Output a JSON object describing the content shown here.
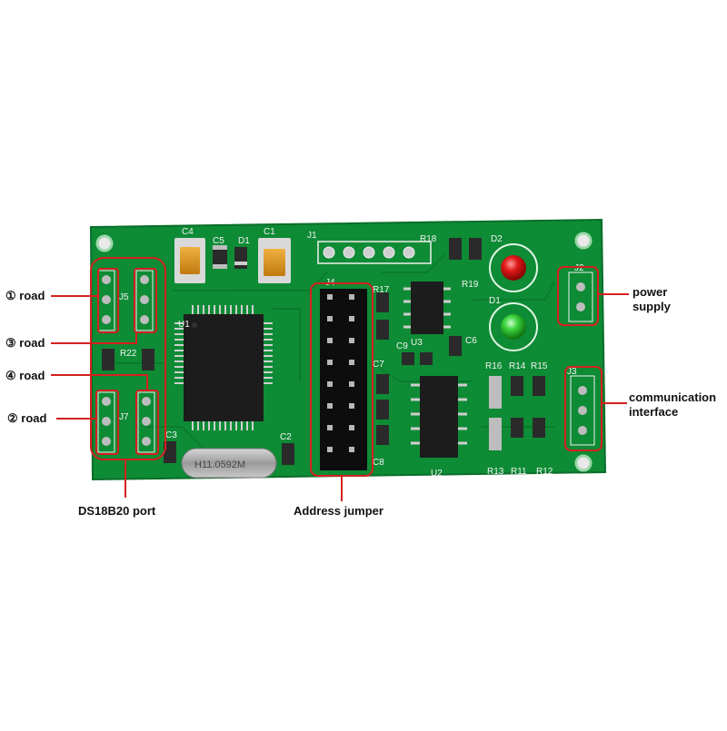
{
  "annotations": {
    "road1": "① road",
    "road3": "③ road",
    "road4": "④ road",
    "road2": "② road",
    "power_supply": [
      "power",
      "supply"
    ],
    "communication_interface": [
      "communication",
      "interface"
    ],
    "ds18b20_port": "DS18B20 port",
    "address_jumper": "Address jumper"
  },
  "silkscreen": {
    "c4": "C4",
    "c5": "C5",
    "d1": "D1",
    "c1": "C1",
    "j1": "J1",
    "r18": "R18",
    "d2": "D2",
    "j5": "J5",
    "j4": "J4",
    "r17": "R17",
    "r19": "R19",
    "j2": "J2",
    "u3": "U3",
    "c6": "C6",
    "r22": "R22",
    "j7": "J7",
    "r16": "R16",
    "r14": "R14",
    "r15": "R15",
    "j3": "J3",
    "c7": "C7",
    "c9": "C9",
    "c3": "C3",
    "c2": "C2",
    "c8": "C8",
    "u2": "U2",
    "r13": "R13",
    "r11": "R11",
    "r12": "R12",
    "crystal": "H11.0592M",
    "u1": "U1"
  },
  "colors": {
    "board": "#0e8b35",
    "board_dark": "#0a6e29",
    "callout_box": "#d42020",
    "led_red": "#e01818",
    "led_green": "#3bd23b",
    "chip": "#1c1c1c"
  }
}
